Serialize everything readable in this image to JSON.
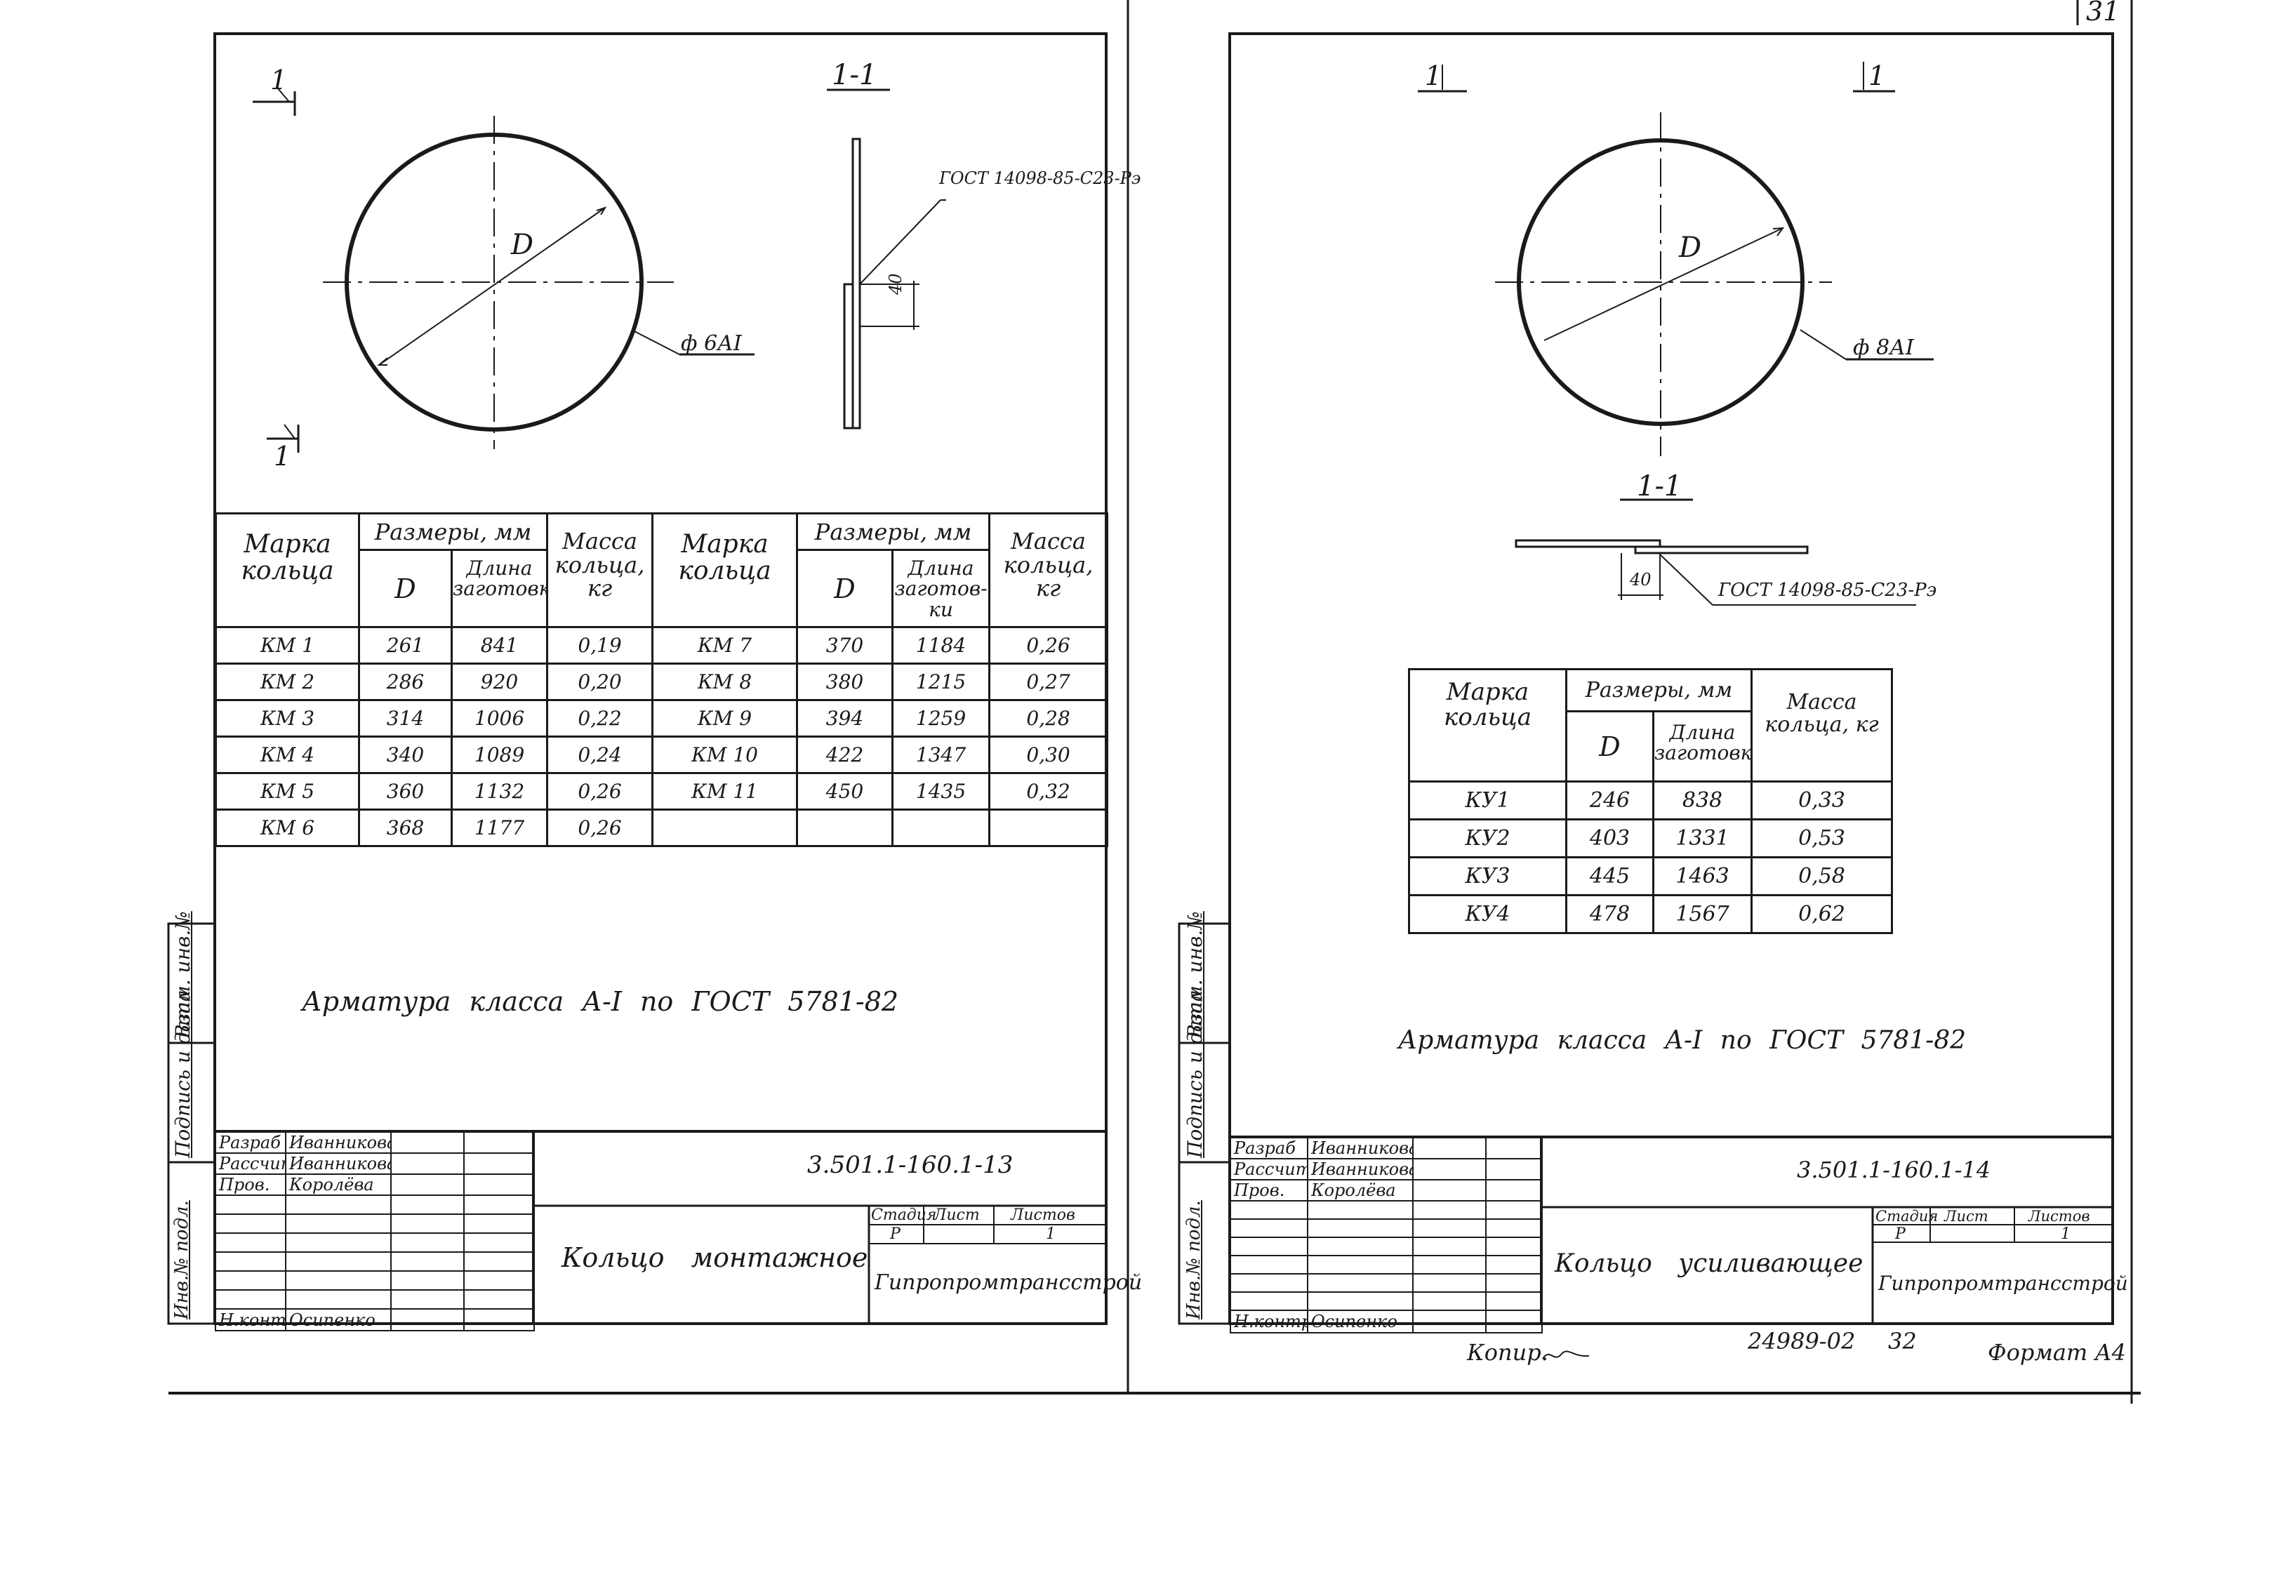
{
  "page_number": "31",
  "left": {
    "section_mark": "1",
    "section_title": "1-1",
    "dim_label": "D",
    "rod_label": "ф 6АI",
    "gost_label": "ГОСТ 14098-85-С23-Рэ",
    "weld_len": "40",
    "table": {
      "h_mark": "Марка кольца",
      "h_sizes": "Размеры, мм",
      "h_d": "D",
      "h_len": "Длина заготовки",
      "h_mass": "Масса кольца, кг",
      "h_mark2": "Марка кольца",
      "h_sizes2": "Размеры, мм",
      "h_d2": "D",
      "h_len2": "Длина заготов-ки",
      "h_mass2": "Масса кольца, кг",
      "rows": [
        {
          "m1": "КМ 1",
          "d1": "261",
          "l1": "841",
          "w1": "0,19",
          "m2": "КМ 7",
          "d2": "370",
          "l2": "1184",
          "w2": "0,26"
        },
        {
          "m1": "КМ 2",
          "d1": "286",
          "l1": "920",
          "w1": "0,20",
          "m2": "КМ 8",
          "d2": "380",
          "l2": "1215",
          "w2": "0,27"
        },
        {
          "m1": "КМ 3",
          "d1": "314",
          "l1": "1006",
          "w1": "0,22",
          "m2": "КМ 9",
          "d2": "394",
          "l2": "1259",
          "w2": "0,28"
        },
        {
          "m1": "КМ 4",
          "d1": "340",
          "l1": "1089",
          "w1": "0,24",
          "m2": "КМ 10",
          "d2": "422",
          "l2": "1347",
          "w2": "0,30"
        },
        {
          "m1": "КМ 5",
          "d1": "360",
          "l1": "1132",
          "w1": "0,26",
          "m2": "КМ 11",
          "d2": "450",
          "l2": "1435",
          "w2": "0,32"
        },
        {
          "m1": "КМ 6",
          "d1": "368",
          "l1": "1177",
          "w1": "0,26",
          "m2": "",
          "d2": "",
          "l2": "",
          "w2": ""
        }
      ]
    },
    "note": "Арматура класса А-I по ГОСТ 5781-82",
    "title_block": {
      "code": "3.501.1-160.1-13",
      "name": "Кольцо монтажное",
      "org": "Гипропромтрансстрой",
      "stage_h": "Стадия",
      "sheet_h": "Лист",
      "sheets_h": "Листов",
      "stage": "Р",
      "sheets": "1",
      "r1_role": "Разраб",
      "r1_name": "Иванникова",
      "r2_role": "Рассчит",
      "r2_name": "Иванникова",
      "r3_role": "Пров.",
      "r3_name": "Королёва",
      "r4_role": "Н.контр",
      "r4_name": "Осипенко"
    }
  },
  "right": {
    "section_mark": "1",
    "section_title": "1-1",
    "dim_label": "D",
    "rod_label": "ф 8АI",
    "gost_label": "ГОСТ 14098-85-С23-Рэ",
    "weld_len": "40",
    "table": {
      "h_mark": "Марка кольца",
      "h_sizes": "Размеры, мм",
      "h_d": "D",
      "h_len": "Длина заготовки",
      "h_mass": "Масса кольца, кг",
      "rows": [
        {
          "m": "КУ1",
          "d": "246",
          "l": "838",
          "w": "0,33"
        },
        {
          "m": "КУ2",
          "d": "403",
          "l": "1331",
          "w": "0,53"
        },
        {
          "m": "КУ3",
          "d": "445",
          "l": "1463",
          "w": "0,58"
        },
        {
          "m": "КУ4",
          "d": "478",
          "l": "1567",
          "w": "0,62"
        }
      ]
    },
    "note": "Арматура класса А-I по ГОСТ 5781-82",
    "title_block": {
      "code": "3.501.1-160.1-14",
      "name": "Кольцо усиливающее",
      "org": "Гипропромтрансстрой",
      "stage_h": "Стадия",
      "sheet_h": "Лист",
      "sheets_h": "Листов",
      "stage": "Р",
      "sheets": "1",
      "r1_role": "Разраб",
      "r1_name": "Иванникова",
      "r2_role": "Рассчит",
      "r2_name": "Иванникова",
      "r3_role": "Пров.",
      "r3_name": "Королёва",
      "r4_role": "Н.контр",
      "r4_name": "Осипенко"
    },
    "copy_label": "Копир.",
    "order_number": "24989-02",
    "page_num_bottom": "32",
    "format_label": "Формат А4"
  },
  "side_strip": {
    "inv": "Инв.№ подл.",
    "sign": "Подпись и дата",
    "vzam": "Взам. инв.№"
  }
}
